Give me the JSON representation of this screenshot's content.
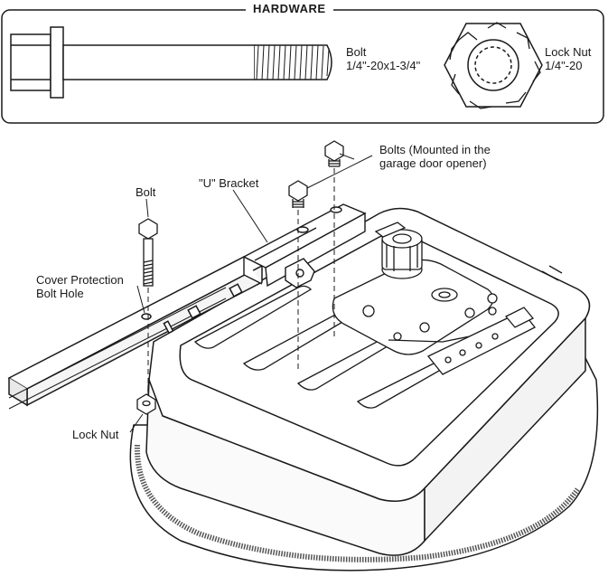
{
  "hardware_panel": {
    "title": "HARDWARE",
    "bolt": {
      "name": "Bolt",
      "size": "1/4\"-20x1-3/4\""
    },
    "lock_nut": {
      "name": "Lock Nut",
      "size": "1/4\"-20"
    }
  },
  "callouts": {
    "bolts_mounted_line1": "Bolts (Mounted in the",
    "bolts_mounted_line2": "garage door opener)",
    "u_bracket": "\"U\" Bracket",
    "bolt": "Bolt",
    "cover_protection_line1": "Cover Protection",
    "cover_protection_line2": "Bolt Hole",
    "lock_nut": "Lock Nut"
  }
}
